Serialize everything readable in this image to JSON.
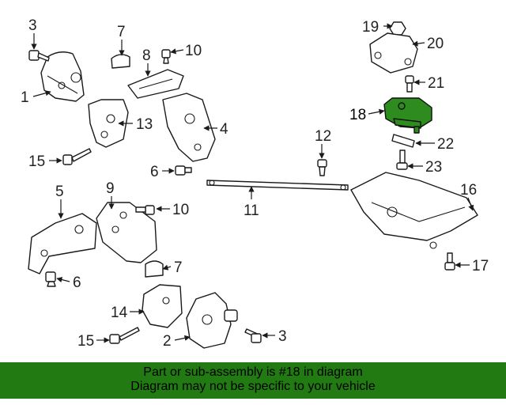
{
  "callouts": {
    "c1": "1",
    "c2": "2",
    "c3a": "3",
    "c3b": "3",
    "c4": "4",
    "c5": "5",
    "c6a": "6",
    "c6b": "6",
    "c7a": "7",
    "c7b": "7",
    "c8": "8",
    "c9": "9",
    "c10a": "10",
    "c10b": "10",
    "c11": "11",
    "c12": "12",
    "c13": "13",
    "c14": "14",
    "c15a": "15",
    "c15b": "15",
    "c16": "16",
    "c17": "17",
    "c18": "18",
    "c19": "19",
    "c20": "20",
    "c21": "21",
    "c22": "22",
    "c23": "23"
  },
  "banner": {
    "line1": "Part or sub-assembly is #18 in diagram",
    "line2": "Diagram may not be specific to your vehicle"
  },
  "colors": {
    "highlight": "#2e8b1e",
    "banner_bg": "#217a12"
  }
}
